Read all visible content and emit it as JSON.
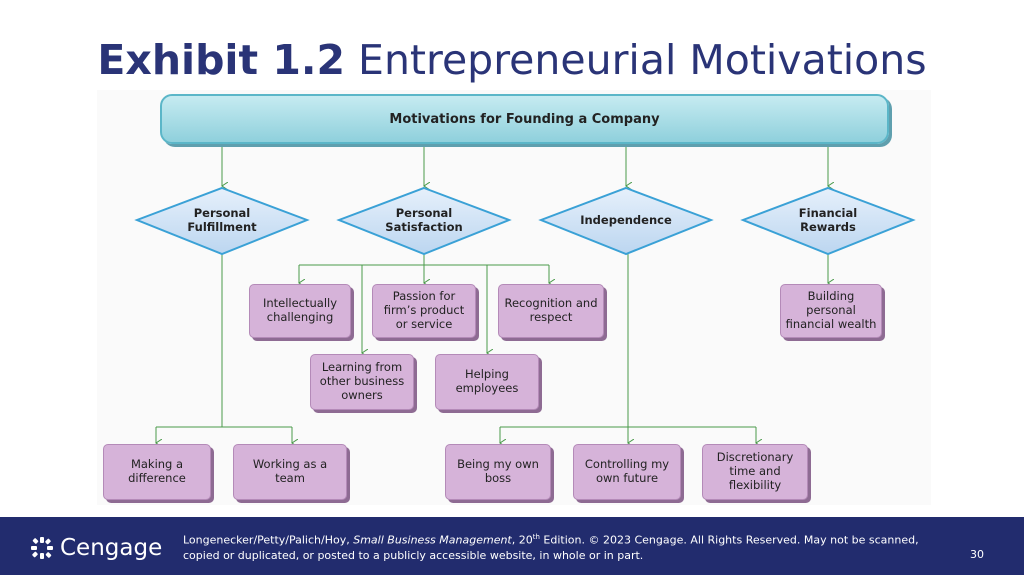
{
  "slide": {
    "title_bold": "Exhibit 1.2",
    "title_rest": " Entrepreneurial Motivations",
    "page_number": "30"
  },
  "diagram": {
    "root": "Motivations for Founding a Company",
    "categories": [
      {
        "line1": "Personal",
        "line2": "Fulfillment"
      },
      {
        "line1": "Personal",
        "line2": "Satisfaction"
      },
      {
        "line1": "Independence",
        "line2": ""
      },
      {
        "line1": "Financial",
        "line2": "Rewards"
      }
    ],
    "boxes": {
      "intellectually_challenging": "Intellectually challenging",
      "passion": "Passion for firm’s product or service",
      "recognition": "Recognition and respect",
      "building_wealth": "Building personal financial wealth",
      "learning": "Learning from other business owners",
      "helping": "Helping employees",
      "making_difference": "Making a difference",
      "working_team": "Working as a team",
      "being_boss": "Being my own boss",
      "controlling_future": "Controlling my own future",
      "discretionary": "Discretionary time and flexibility"
    }
  },
  "footer": {
    "brand": "Cengage",
    "citation_prefix": "Longenecker/Petty/Palich/Hoy, ",
    "book_title": "Small Business Management",
    "edition_num": ", 20",
    "edition_sup": "th",
    "citation_suffix": " Edition. © 2023 Cengage. All Rights Reserved. May not be scanned, copied or duplicated, or posted to a publicly accessible website, in whole or in part."
  },
  "colors": {
    "title": "#2a3477",
    "footer_bg": "#222c6e",
    "root_fill": "#8fd0dc",
    "diamond_fill": "#cfe3f6",
    "diamond_stroke": "#3aa1d6",
    "box_fill": "#d6b3d9",
    "connector": "#4a9a4a"
  }
}
